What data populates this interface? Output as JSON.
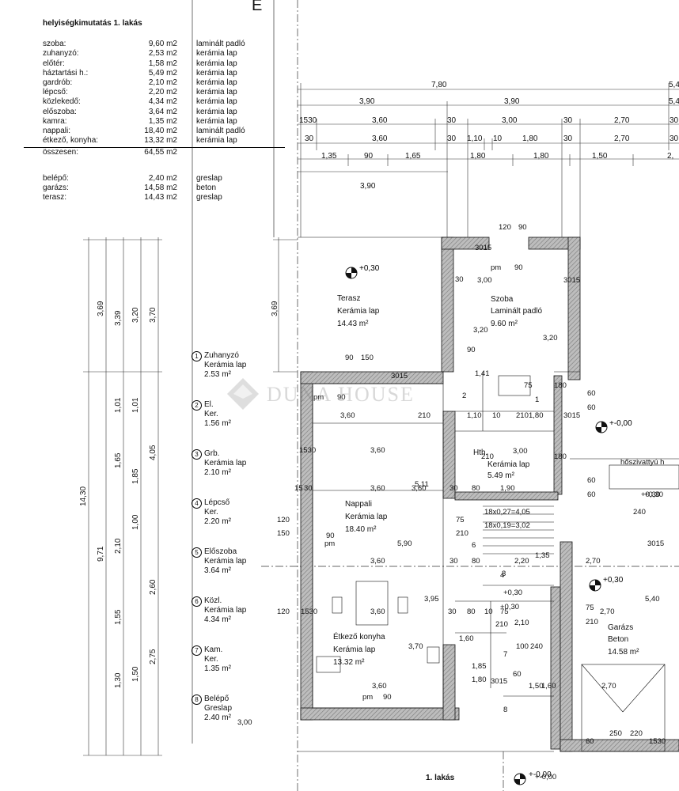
{
  "schedule": {
    "title": "helyiségkimutatás 1. lakás",
    "rows": [
      {
        "name": "szoba:",
        "area": "9,60 m2",
        "material": "laminált padló"
      },
      {
        "name": "zuhanyzó:",
        "area": "2,53 m2",
        "material": "kerámia lap"
      },
      {
        "name": "előtér:",
        "area": "1,58 m2",
        "material": "kerámia lap"
      },
      {
        "name": "háztartási h.:",
        "area": "5,49 m2",
        "material": "kerámia lap"
      },
      {
        "name": "gardrób:",
        "area": "2,10 m2",
        "material": "kerámia lap"
      },
      {
        "name": "lépcső:",
        "area": "2,20 m2",
        "material": "kerámia lap"
      },
      {
        "name": "közlekedő:",
        "area": "4,34 m2",
        "material": "kerámia lap"
      },
      {
        "name": "előszoba:",
        "area": "3,64 m2",
        "material": "kerámia lap"
      },
      {
        "name": "kamra:",
        "area": "1,35 m2",
        "material": "kerámia lap"
      },
      {
        "name": "nappali:",
        "area": "18,40 m2",
        "material": "laminált padló"
      },
      {
        "name": "étkező, konyha:",
        "area": "13,32 m2",
        "material": "kerámia lap"
      }
    ],
    "total": {
      "name": "összesen:",
      "area": "64,55 m2"
    },
    "extra": [
      {
        "name": "belépő:",
        "area": "2,40 m2",
        "material": "greslap"
      },
      {
        "name": "garázs:",
        "area": "14,58 m2",
        "material": "beton"
      },
      {
        "name": "terasz:",
        "area": "14,43 m2",
        "material": "greslap"
      }
    ]
  },
  "legend": [
    {
      "num": "1",
      "name": "Zuhanyzó",
      "material": "Kerámia lap",
      "area": "2.53 m²"
    },
    {
      "num": "2",
      "name": "El.",
      "material": "Ker.",
      "area": "1.56 m²"
    },
    {
      "num": "3",
      "name": "Grb.",
      "material": "Kerámia lap",
      "area": "2.10 m²"
    },
    {
      "num": "4",
      "name": "Lépcső",
      "material": "Ker.",
      "area": "2.20 m²"
    },
    {
      "num": "5",
      "name": "Előszoba",
      "material": "Kerámia lap",
      "area": "3.64 m²"
    },
    {
      "num": "6",
      "name": "Közl.",
      "material": "Kerámia lap",
      "area": "4.34 m²"
    },
    {
      "num": "7",
      "name": "Kam.",
      "material": "Ker.",
      "area": "1.35 m²"
    },
    {
      "num": "8",
      "name": "Belépő",
      "material": "Greslap",
      "area": "2.40 m²"
    }
  ],
  "rooms": [
    {
      "name": "Terasz",
      "material": "Kerámia lap",
      "area": "14.43 m²"
    },
    {
      "name": "Szoba",
      "material": "Laminált padló",
      "area": "9.60 m²"
    },
    {
      "name": "Hth.",
      "material": "Kerámia lap",
      "area": "5.49 m²"
    },
    {
      "name": "Nappali",
      "material": "Kerámia lap",
      "area": "18.40 m²"
    },
    {
      "name": "Étkező konyha",
      "material": "Kerámia lap",
      "area": "13.32 m²"
    },
    {
      "name": "Garázs",
      "material": "Beton",
      "area": "14.58 m²"
    }
  ],
  "top_dims": {
    "row1": [
      "7,80",
      "5,4"
    ],
    "row2": [
      "3,90",
      "3,90",
      "5,4"
    ],
    "row3": [
      "1530",
      "3,60",
      "30",
      "3,00",
      "30",
      "2,70",
      "30"
    ],
    "row4": [
      "30",
      "3,60",
      "30",
      "1,10",
      "10",
      "1,80",
      "30",
      "2,70",
      "30"
    ],
    "row5": [
      "1,35",
      "90",
      "1,65",
      "1,80",
      "1,80",
      "1,50",
      "2,"
    ],
    "row6": [
      "3,90"
    ]
  },
  "left_dims": {
    "outer": "14,30",
    "col2": [
      "3,69",
      "9,71"
    ],
    "col3": [
      "3,39",
      "1,01",
      "1,65",
      "2,10",
      "1,55",
      "1,30"
    ],
    "col4": [
      "3,20",
      "1,01",
      "1,85",
      "1,00",
      "2,60",
      "1,50"
    ],
    "col5": [
      "3,70",
      "4,05",
      "2,75"
    ]
  },
  "interior_labels": [
    "120",
    "90",
    "3015",
    "30",
    "pm",
    "90",
    "3,00",
    "3015",
    "3,20",
    "3,20",
    "90",
    "1,41",
    "75",
    "1",
    "180",
    "60",
    "60",
    "90",
    "150",
    "3015",
    "pm",
    "90",
    "3,60",
    "210",
    "1,10",
    "10",
    "210",
    "1,80",
    "3015",
    "2",
    "3,60",
    "3,60",
    "3,00",
    "210",
    "180",
    "60",
    "60",
    "1530",
    "15",
    "30",
    "3,60",
    "30",
    "80",
    "1,90",
    "18x0,27=4,05",
    "18x0,19=3,02",
    "5,11",
    "120",
    "150",
    "90",
    "pm",
    "6",
    "5,90",
    "75",
    "210",
    "3,60",
    "30",
    "80",
    "2,20",
    "2,70",
    "1,35",
    "3,95",
    "3",
    "4",
    "+0,30",
    "75",
    "210",
    "2,70",
    "5,40",
    "120",
    "1530",
    "3,60",
    "30",
    "80",
    "10",
    "75",
    "2,10",
    "210",
    "3,70",
    "1,60",
    "+0,30",
    "100",
    "240",
    "pm",
    "90",
    "3,60",
    "1,50",
    "3015",
    "60",
    "1,60",
    "2,70",
    "250",
    "220",
    "1530",
    "hőszivattyú h",
    "+0,30",
    "+0,30",
    "+-0,00",
    "3,00",
    "240",
    "3015",
    "1,85",
    "1,80",
    "60",
    "7",
    "8"
  ],
  "levels": {
    "terrace": "+0,30",
    "entry": "+-0,00",
    "garage": "+0,30",
    "ground": "+-0,00"
  },
  "watermark": "DUNA HOUSE",
  "footer": "1. lakás",
  "corner_letter": "E",
  "colors": {
    "wall": "#9a9a9a",
    "line": "#111111",
    "grid": "#555555"
  }
}
